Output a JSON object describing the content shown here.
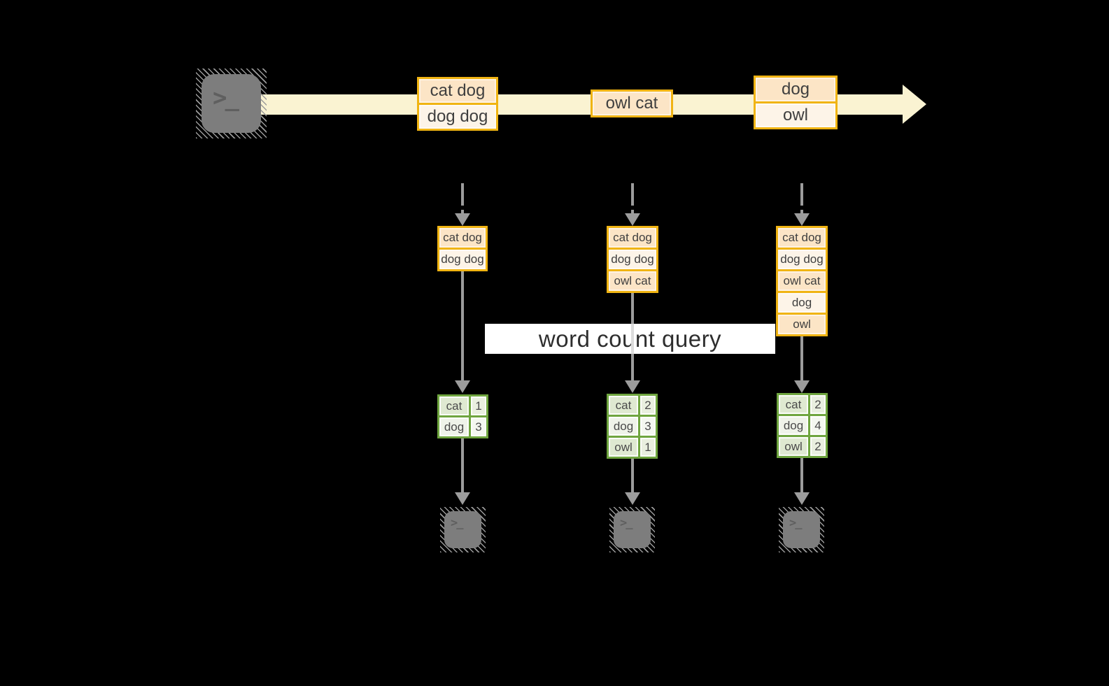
{
  "banner": {
    "label": "word count query"
  },
  "icons": {
    "terminal_prompt": ">_"
  },
  "colors": {
    "background": "#000000",
    "stream_band": "#faf3d2",
    "box_border": "#f0b413",
    "cell_peach": "#fce5c6",
    "cell_cream": "#fdf4e8",
    "table_border": "#6fa53f",
    "table_cell_green": "#dfe9d1",
    "table_cell_light": "#eff3e9",
    "arrow_gray": "#9c9c9c",
    "terminal_gray": "#7d7d7d",
    "banner_bg": "#ffffff"
  },
  "stream": {
    "batches": [
      {
        "lines": [
          "cat dog",
          "dog dog"
        ]
      },
      {
        "lines": [
          "owl cat"
        ]
      },
      {
        "lines": [
          "dog",
          "owl"
        ]
      }
    ]
  },
  "columns": [
    {
      "state": [
        "cat dog",
        "dog dog"
      ],
      "counts": [
        {
          "word": "cat",
          "count": "1"
        },
        {
          "word": "dog",
          "count": "3"
        }
      ]
    },
    {
      "state": [
        "cat dog",
        "dog dog",
        "owl cat"
      ],
      "counts": [
        {
          "word": "cat",
          "count": "2"
        },
        {
          "word": "dog",
          "count": "3"
        },
        {
          "word": "owl",
          "count": "1"
        }
      ]
    },
    {
      "state": [
        "cat dog",
        "dog dog",
        "owl cat",
        "dog",
        "owl"
      ],
      "counts": [
        {
          "word": "cat",
          "count": "2"
        },
        {
          "word": "dog",
          "count": "4"
        },
        {
          "word": "owl",
          "count": "2"
        }
      ]
    }
  ]
}
